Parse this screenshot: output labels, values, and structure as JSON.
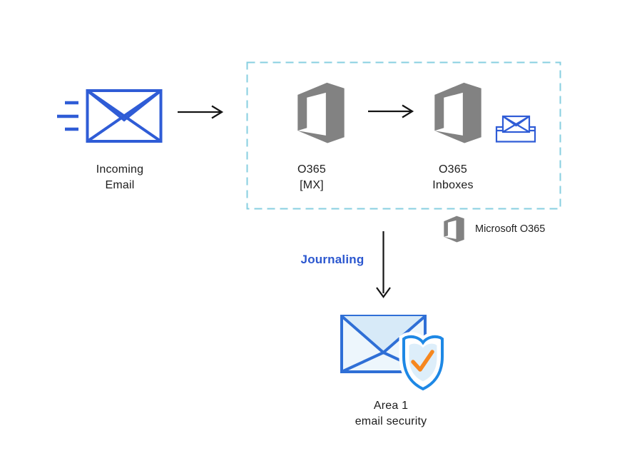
{
  "nodes": {
    "incoming_email": {
      "line1": "Incoming",
      "line2": "Email"
    },
    "o365_mx": {
      "line1": "O365",
      "line2": "[MX]"
    },
    "o365_inboxes": {
      "line1": "O365",
      "line2": "Inboxes"
    },
    "area1": {
      "line1": "Area 1",
      "line2": "email security"
    }
  },
  "connectors": {
    "journaling": {
      "label": "Journaling"
    }
  },
  "legend": {
    "label": "Microsoft O365"
  },
  "icons": {
    "incoming_email": "envelope-with-speed-lines",
    "o365_nodes": "office365-logo",
    "o365_inboxes_extra": "inbox-tray-envelope",
    "area1": "envelope-with-shield-checkmark",
    "flow_arrows": [
      "arrow-right",
      "arrow-right",
      "arrow-down"
    ]
  },
  "colors": {
    "envelope_blue": "#2f5cd6",
    "journaling_blue": "#2b57cf",
    "dashed_border_teal": "#87cfe0",
    "office_logo_gray": "#828282",
    "arrow_black": "#141414",
    "area1_envelope_stroke": "#2f6fd6",
    "area1_envelope_fill": "#edf6fc",
    "area1_flap_fill": "#d7eaf8",
    "shield_stroke": "#1e88e5",
    "shield_inner_fill": "#ddeefa",
    "check_orange": "#f6871f",
    "text_black": "#1c1c1c"
  }
}
